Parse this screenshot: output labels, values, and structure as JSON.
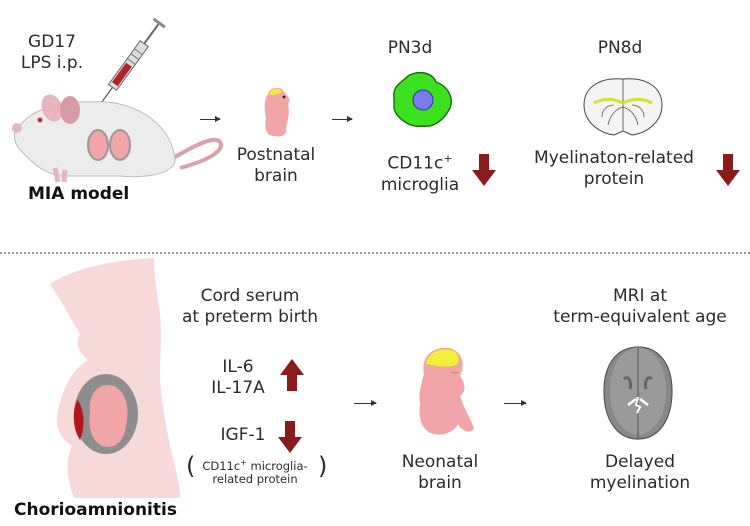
{
  "top": {
    "injection_label_line1": "GD17",
    "injection_label_line2": "LPS i.p.",
    "model_label": "MIA model",
    "stage1_label_line1": "Postnatal",
    "stage1_label_line2": "brain",
    "stage2_time": "PN3d",
    "stage2_label_line1": "CD11c",
    "stage2_label_sup": "+",
    "stage2_label_line2": "microglia",
    "stage2_change": "down",
    "stage3_time": "PN8d",
    "stage3_label_line1": "Myelinaton-related",
    "stage3_label_line2": "protein",
    "stage3_change": "down"
  },
  "bottom": {
    "condition_label": "Chorioamnionitis",
    "serum_label_line1": "Cord serum",
    "serum_label_line2": "at preterm birth",
    "up_markers_line1": "IL-6",
    "up_markers_line2": "IL-17A",
    "up_change": "up",
    "down_marker": "IGF-1",
    "down_change": "down",
    "note_line1_main": "CD11c",
    "note_line1_sup": "+",
    "note_line1_rest": " microglia-",
    "note_line2": "related protein",
    "neonate_label_line1": "Neonatal",
    "neonate_label_line2": "brain",
    "mri_label_line1": "MRI at",
    "mri_label_line2": "term-equivalent age",
    "outcome_line1": "Delayed",
    "outcome_line2": "myelination"
  },
  "colors": {
    "arrow_red": "#8b1a1a",
    "microglia_green": "#3be01e",
    "nucleus_blue": "#7b7bf0",
    "brain_yellow": "#f1ee3c",
    "skin_pink": "#f2a5a6",
    "body_pink": "#f7d9da"
  }
}
